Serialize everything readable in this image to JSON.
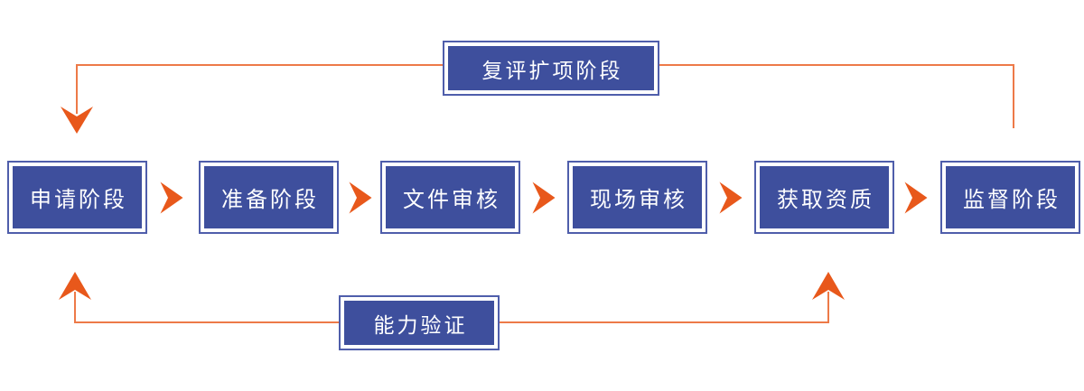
{
  "diagram": {
    "stages": [
      {
        "label": "申请阶段"
      },
      {
        "label": "准备阶段"
      },
      {
        "label": "文件审核"
      },
      {
        "label": "现场审核"
      },
      {
        "label": "获取资质"
      },
      {
        "label": "监督阶段"
      }
    ],
    "feedback_top": {
      "label": "复评扩项阶段"
    },
    "feedback_bottom": {
      "label": "能力验证"
    },
    "colors": {
      "box_fill": "#3E4F9D",
      "box_border": "#4F5EAB",
      "arrow": "#E8581B",
      "line": "#ED7A48",
      "text": "#FFFFFF",
      "background": "#FFFFFF"
    }
  }
}
